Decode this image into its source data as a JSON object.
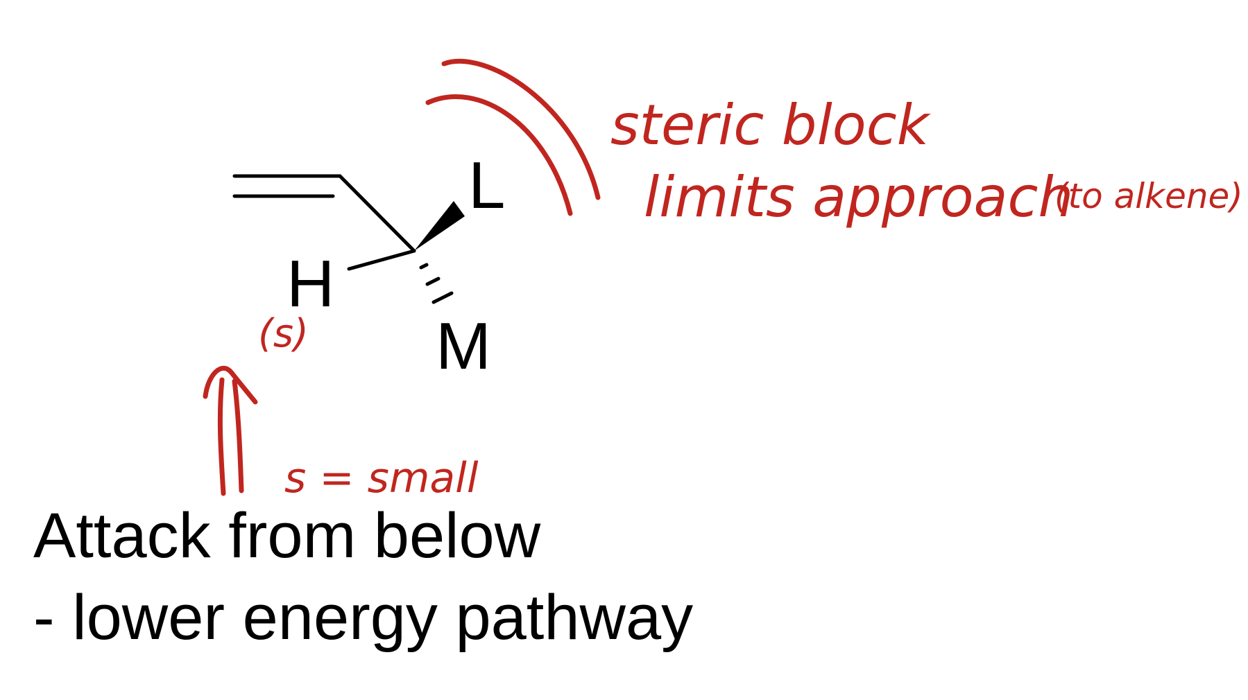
{
  "molecule": {
    "atoms": {
      "large": "L",
      "hydrogen": "H",
      "medium": "M"
    },
    "bond_color": "#000000"
  },
  "annotations": {
    "color": "#c0261f",
    "steric_line1": "steric block",
    "steric_line2": "limits approach",
    "steric_note": "(to alkene)",
    "small_label": "(s)",
    "legend": "s = small"
  },
  "caption": {
    "line1": "Attack from below",
    "line2": "- lower energy pathway"
  }
}
